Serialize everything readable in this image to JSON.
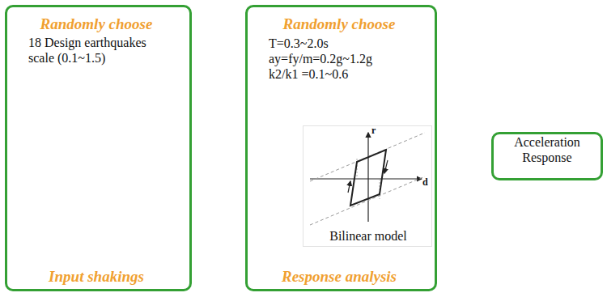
{
  "diagram": {
    "nodes": [
      {
        "text": [
          "Randomly choose",
          "18 Design earthquakes scale (0.1~1.5)",
          "Input shakings"
        ]
      },
      {
        "text": [
          "Randomly choose",
          "T=0.3~2.0s",
          "ay=fy/m=0.2g~1.2g",
          "k2/k1 =0.1~0.6",
          "Response analysis"
        ]
      },
      {
        "text": [
          "Bilinear model"
        ],
        "in": 1
      },
      {
        "text": [
          "Acceleration Response"
        ]
      }
    ],
    "edges": [
      {
        "from": 0,
        "to": 1,
        "arrow": "to"
      },
      {
        "from": 1,
        "to": 3,
        "arrow": "to"
      }
    ],
    "labels": [
      "r",
      "d"
    ]
  }
}
